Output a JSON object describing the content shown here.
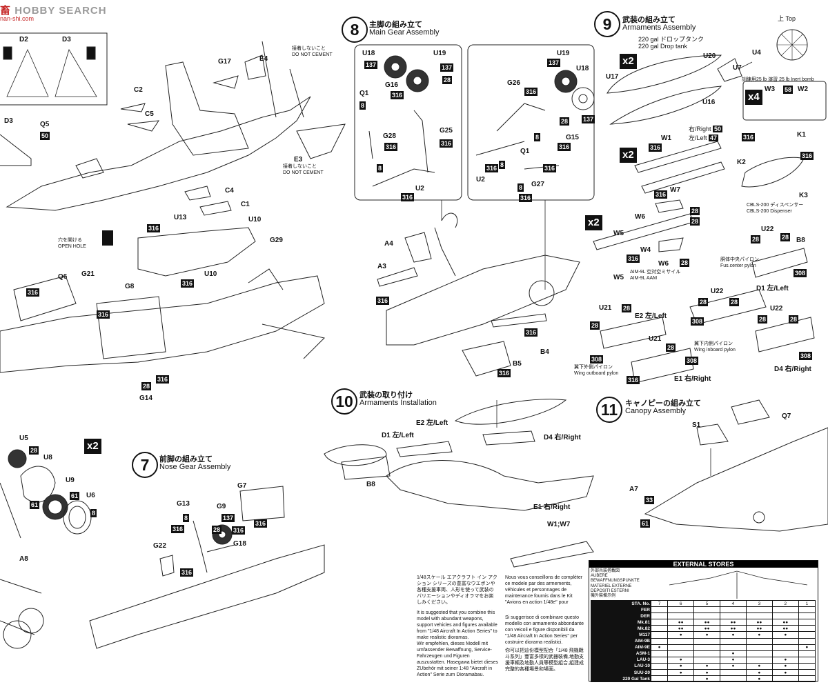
{
  "watermark": {
    "brand": "HOBBY SEARCH",
    "brand_red": "畜",
    "sub": "nan-shi.com"
  },
  "notes": {
    "do_not_cement_jp": "接着しないこと",
    "do_not_cement": "DO NOT CEMENT",
    "open_hole_jp": "穴を開ける",
    "open_hole": "OPEN HOLE"
  },
  "step8": {
    "num": "8",
    "title_jp": "主脚の組み立て",
    "title_en": "Main Gear Assembly"
  },
  "step9": {
    "num": "9",
    "title_jp": "武装の組み立て",
    "title_en": "Armaments Assembly",
    "top_jp": "上",
    "top_en": "Top",
    "drop_jp": "220 gal ドロップタンク",
    "drop_en": "220 gal Drop tank",
    "bomb_jp": "訓練用25 lb 演習",
    "bomb_en": "25 lb Inert bomb",
    "right_left": [
      "右/Right",
      "左/Left"
    ],
    "cbls_jp": "CBLS-200 ディスペンサー",
    "cbls_en": "CBLS-200 Dispenser",
    "aim_jp": "AIM-9L 空対空ミサイル",
    "aim_en": "AIM-9L AAM",
    "fus_jp": "胴体中央パイロン",
    "fus_en": "Fus.center pylon",
    "wout_jp": "翼下外側パイロン",
    "wout_en": "Wing outboard pylon",
    "win_jp": "翼下内側パイロン",
    "win_en": "Wing inboard pylon"
  },
  "step10": {
    "num": "10",
    "title_jp": "武装の取り付け",
    "title_en": "Armaments Installation"
  },
  "step11": {
    "num": "11",
    "title_jp": "キャノピーの組み立て",
    "title_en": "Canopy Assembly"
  },
  "step7": {
    "num": "7",
    "title_jp": "前脚の組み立て",
    "title_en": "Nose Gear Assembly"
  },
  "multipliers": {
    "x2": "x2",
    "x4": "x4"
  },
  "text_jp": "1/48スケール エアクラフト イン アクション シリーズの豊富なウエポンや各種支援車両、人形を使って武装のバリエーションやディオラマをお楽しみください。",
  "text_en": "It is suggested that you combine this model with abundant weapons, support vehicles and figures available from \"1/48 Aircraft In Action Series\" to make realistic dioramas.",
  "text_de": "Wir empfehlen, dieses Modell mit umfassender Bewaffnung, Service-Fahrzeugen und Figuren auszustatten. Hasegawa bietet dieses ZUbehör mit seiner 1:48 \"Aircraft in Action\" Serie zum Dioramabau.",
  "text_fr": "Nous vous conseillons de compléter ce modele par des armements, véhicules et personnages de maintenance fournis dans le Kit \"Avions en action 1/48e\" pour",
  "text_it": "Si suggerisce di combinare questo modello con armamento abbondante con veicoli e figure disponibili da \"1/48 Aircraft In Action Series\" per costruire diorama realistici.",
  "text_cn": "你可以把這份模型配合「1/48 飛機戰斗系列」豐富多樣的武器裝備,地勤支援車輛及地勤人員等模型組合,組建成完整的各種場景和場面。",
  "stores": {
    "header": "EXTERNAL STORES",
    "langs": [
      "外部兵装搭載図",
      "AUBERE",
      "BEWAFFNUNGSPUNKTE",
      "MATERIEL EXTERNE",
      "DEPOSITI ESTERNI",
      "機外裝備示例"
    ],
    "sta_label": "STA. No.",
    "stations": [
      "7",
      "6",
      "5",
      "4",
      "3",
      "2",
      "1"
    ],
    "rows": [
      {
        "name": "FER",
        "marks": [
          "",
          "",
          "",
          "",
          "",
          "",
          ""
        ]
      },
      {
        "name": "DER",
        "marks": [
          "",
          "",
          "",
          "",
          "",
          "",
          ""
        ]
      },
      {
        "name": "Mk.81",
        "marks": [
          "",
          "●●",
          "●●",
          "●●",
          "●●",
          "●●",
          ""
        ]
      },
      {
        "name": "Mk.82",
        "marks": [
          "",
          "●●",
          "●●",
          "●●",
          "●●",
          "●●",
          ""
        ]
      },
      {
        "name": "M117",
        "marks": [
          "",
          "●",
          "●",
          "●",
          "●",
          "●",
          ""
        ]
      },
      {
        "name": "AIM-9B",
        "marks": [
          "",
          "",
          "",
          "",
          "",
          "",
          ""
        ]
      },
      {
        "name": "AIM-9E",
        "marks": [
          "●",
          "",
          "",
          "",
          "",
          "",
          "●"
        ]
      },
      {
        "name": "ASM-1",
        "marks": [
          "",
          "",
          "",
          "●",
          "",
          "",
          ""
        ]
      },
      {
        "name": "LAU-3",
        "marks": [
          "",
          "●",
          "",
          "●",
          "",
          "●",
          ""
        ]
      },
      {
        "name": "LAU-10",
        "marks": [
          "",
          "●",
          "●",
          "●",
          "●",
          "●",
          ""
        ]
      },
      {
        "name": "SUU-20",
        "marks": [
          "",
          "●",
          "●",
          "",
          "●",
          "●",
          ""
        ]
      },
      {
        "name": "220 Gal Tank",
        "marks": [
          "",
          "",
          "●",
          "",
          "●",
          "",
          ""
        ]
      }
    ]
  },
  "labels": {
    "D2": "D2",
    "D3": "D3",
    "D3b": "D3",
    "Q5": "Q5",
    "C2": "C2",
    "C5": "C5",
    "G17": "G17",
    "E4": "E4",
    "E3": "E3",
    "C4": "C4",
    "C1": "C1",
    "U13": "U13",
    "U10": "U10",
    "U10b": "U10",
    "G29": "G29",
    "G8": "G8",
    "Q6": "Q6",
    "G21": "G21",
    "G14": "G14",
    "U18": "U18",
    "U19": "U19",
    "Q1": "Q1",
    "G16": "G16",
    "G28": "G28",
    "G25": "G25",
    "U2": "U2",
    "G26": "G26",
    "U19b": "U19",
    "U18b": "U18",
    "G15": "G15",
    "Q1b": "Q1",
    "U2b": "U2",
    "G27": "G27",
    "A4": "A4",
    "A3": "A3",
    "B5": "B5",
    "B4": "B4",
    "U17": "U17",
    "U20": "U20",
    "U7": "U7",
    "U4": "U4",
    "U16": "U16",
    "W3": "W3",
    "W2": "W2",
    "W1": "W1",
    "W7": "W7",
    "K1": "K1",
    "K2": "K2",
    "K3": "K3",
    "W6": "W6",
    "W5": "W5",
    "W4": "W4",
    "W6b": "W6",
    "W5b": "W5",
    "U22": "U22",
    "B8": "B8",
    "D1": "D1 左/Left",
    "U22b": "U22",
    "U22c": "U22",
    "U21": "U21",
    "E2": "E2 左/Left",
    "U21b": "U21",
    "E1": "E1 右/Right",
    "D4": "D4 右/Right",
    "D1i": "D1 左/Left",
    "E2i": "E2 左/Left",
    "D4i": "D4 右/Right",
    "B8i": "B8",
    "E1i": "E1 右/Right",
    "W1W7": "W1;W7",
    "S1": "S1",
    "Q7": "Q7",
    "A7": "A7",
    "U5": "U5",
    "U8": "U8",
    "U9": "U9",
    "U6": "U6",
    "A8": "A8",
    "G7": "G7",
    "G13": "G13",
    "G9": "G9",
    "G18": "G18",
    "G22": "G22"
  },
  "partnums": {
    "p50": "50",
    "p316": "316",
    "p8": "8",
    "p137": "137",
    "p28": "28",
    "p58": "58",
    "p47": "47",
    "p308": "308",
    "p33": "33",
    "p61": "61"
  }
}
